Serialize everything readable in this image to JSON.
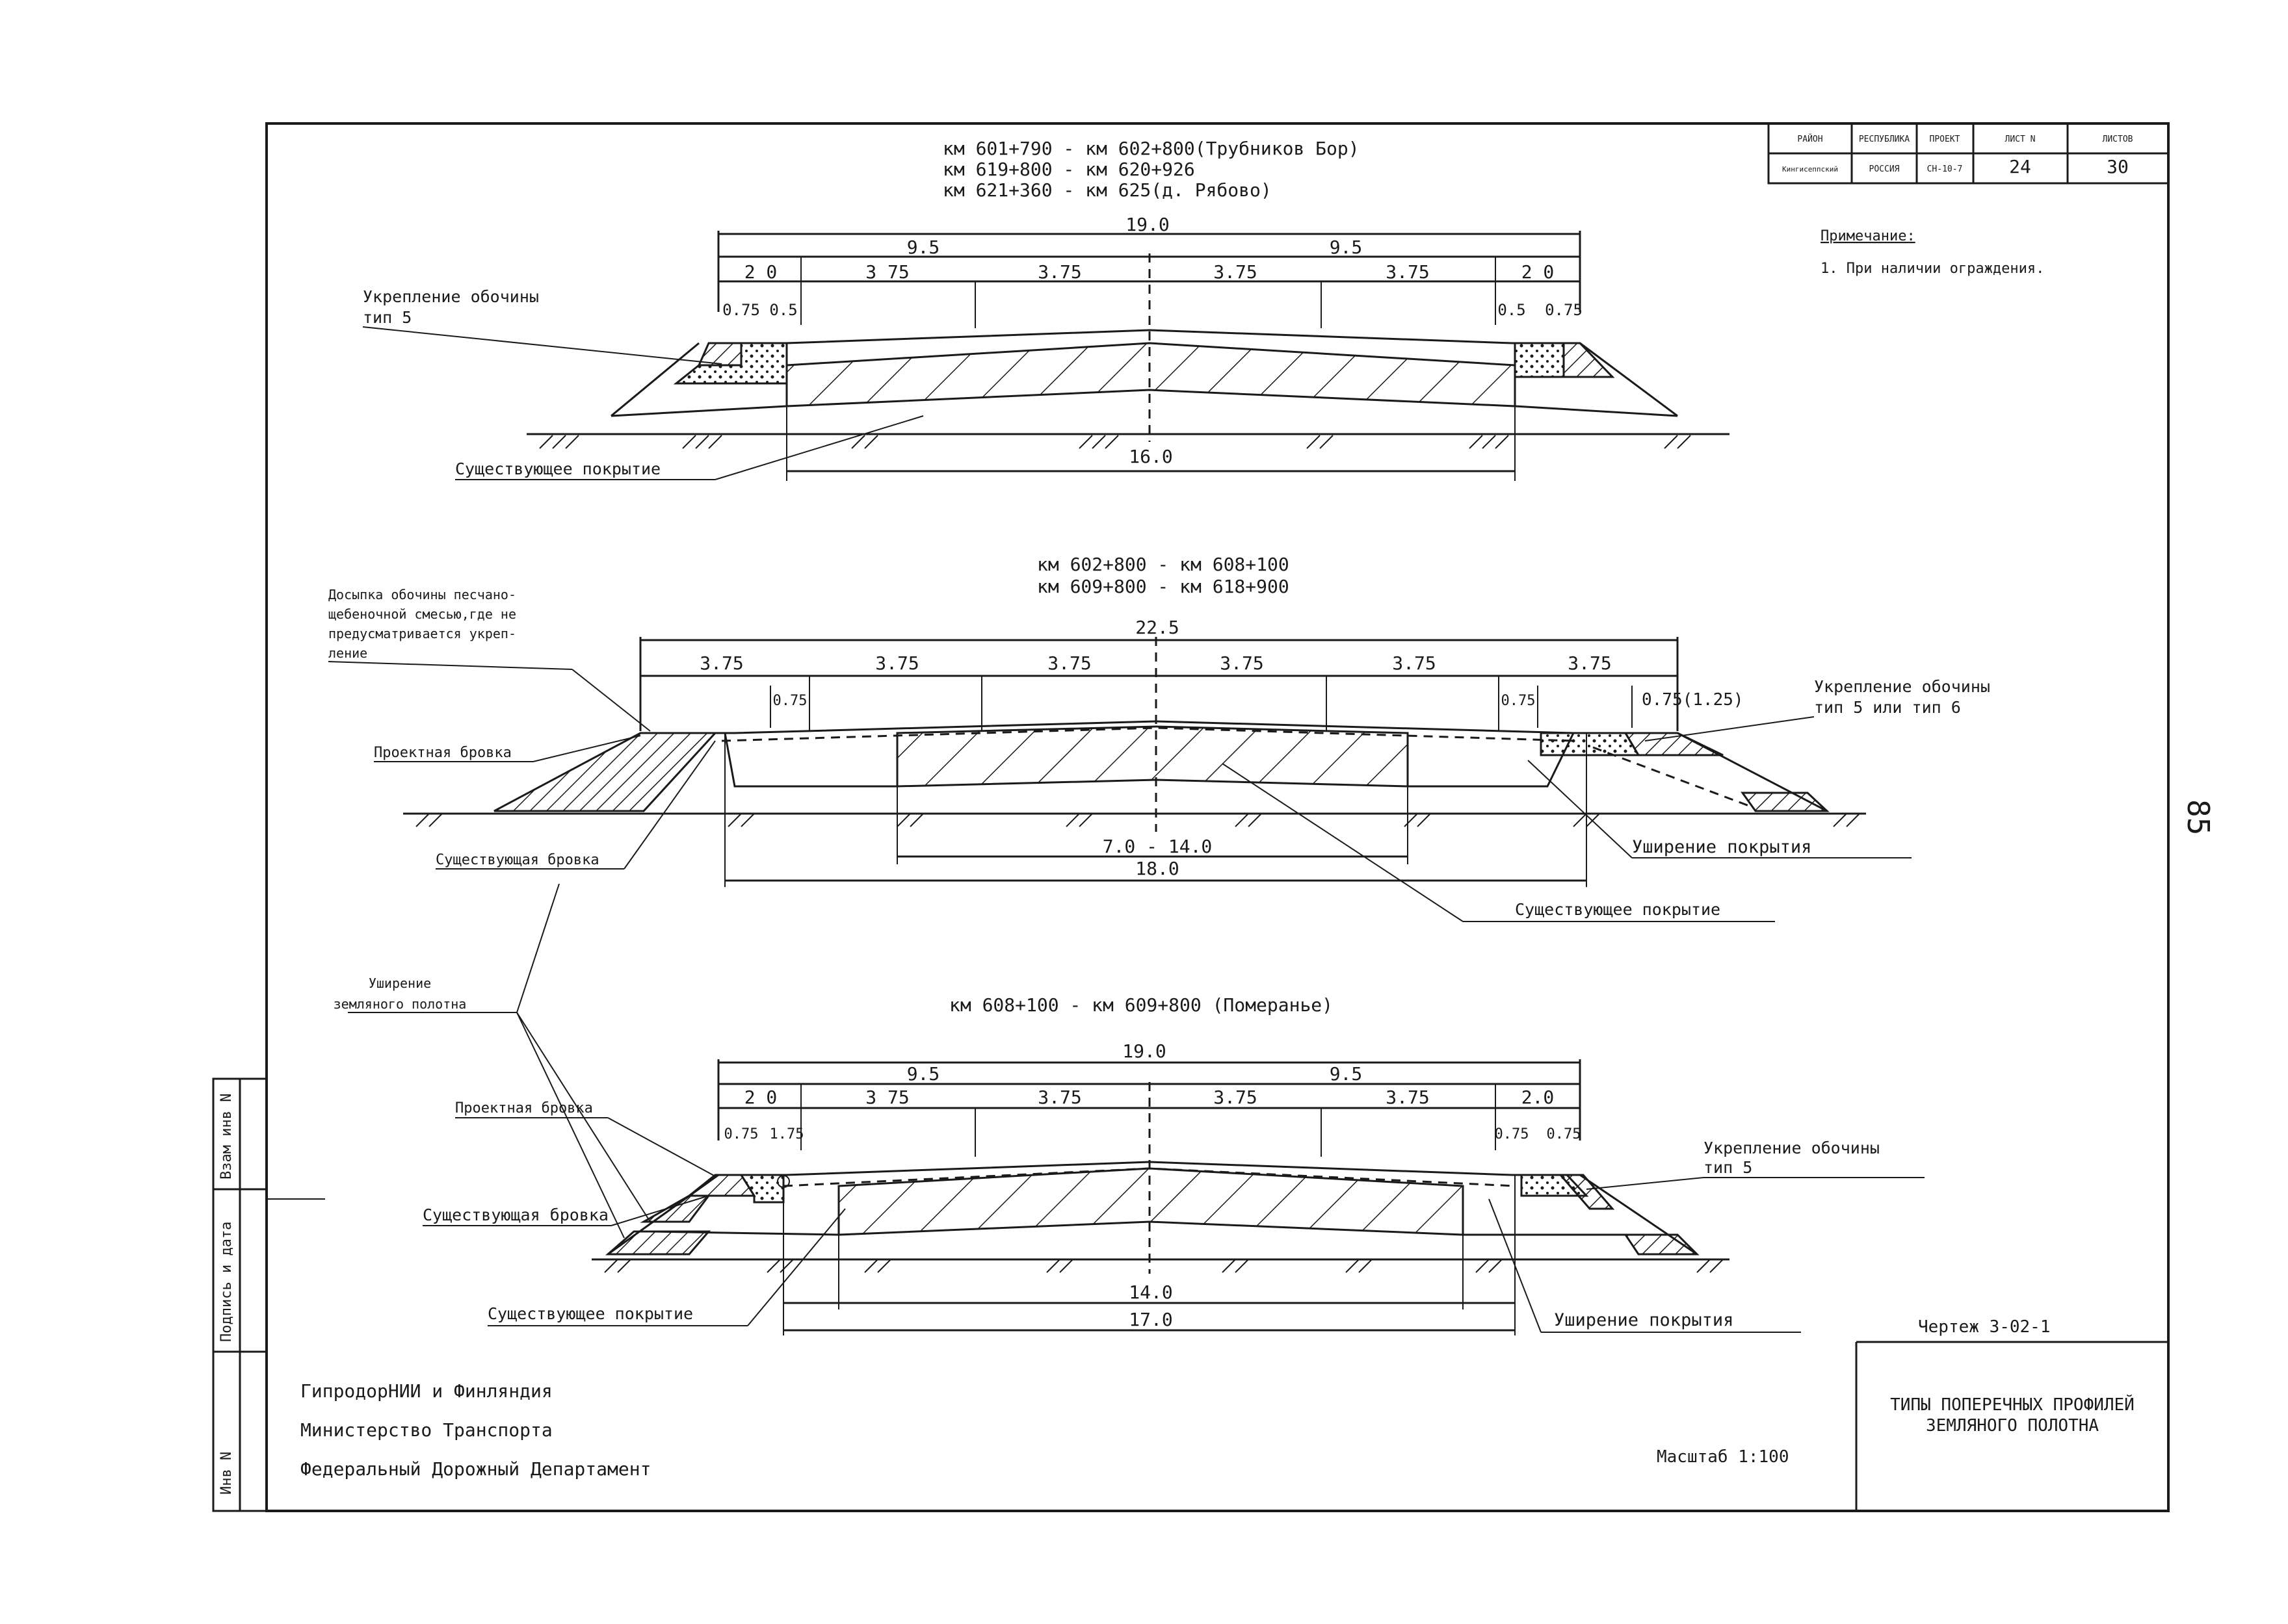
{
  "page_number": "85",
  "title_block": {
    "headers": [
      "РАЙОН",
      "РЕСПУБЛИКА",
      "ПРОЕКТ",
      "ЛИСТ N",
      "ЛИСТОВ"
    ],
    "values": [
      "Кингисеппский",
      "РОССИЯ",
      "СН-10-7",
      "24",
      "30"
    ]
  },
  "note": {
    "heading": "Примечание:",
    "text": "1. При наличии ограждения."
  },
  "section1": {
    "km_lines": [
      "км 601+790 - км 602+800(Трубников Бор)",
      "км 619+800 - км 620+926",
      "км 621+360 - км 625(д. Рябово)"
    ],
    "total_width": "19.0",
    "halves": [
      "9.5",
      "9.5"
    ],
    "lanes": [
      "2 0",
      "3 75",
      "3.75",
      "3.75",
      "3.75",
      "2 0"
    ],
    "small_left": [
      "0.75",
      "0.5"
    ],
    "small_right": [
      "0.5",
      "0.75"
    ],
    "bottom_width": "16.0",
    "label_shoulder": [
      "Укрепление обочины",
      "тип 5"
    ],
    "label_existing": "Существующее покрытие"
  },
  "section2": {
    "km_lines": [
      "км 602+800 - км 608+100",
      "км 609+800 - км 618+900"
    ],
    "total_width": "22.5",
    "lanes": [
      "3.75",
      "3.75",
      "3.75",
      "3.75",
      "3.75",
      "3.75"
    ],
    "small_left": "0.75",
    "small_right": "0.75",
    "small_right2": "0.75(1.25)",
    "bottom_inner": "7.0 - 14.0",
    "bottom_outer": "18.0",
    "label_dosypka": [
      "Досыпка обочины песчано-",
      "щебеночной смесью,где не",
      "предусматривается укреп-",
      "ление"
    ],
    "label_proj_edge": "Проектная бровка",
    "label_exist_edge": "Существующая бровка",
    "label_shoulder": [
      "Укрепление обочины",
      "тип 5 или тип 6"
    ],
    "label_widening": "Уширение покрытия",
    "label_existing": "Существующее покрытие"
  },
  "label_embankment": [
    "Уширение",
    "земляного полотна"
  ],
  "section3": {
    "km_line": "км 608+100 - км 609+800 (Померанье)",
    "total_width": "19.0",
    "halves": [
      "9.5",
      "9.5"
    ],
    "lanes": [
      "2 0",
      "3 75",
      "3.75",
      "3.75",
      "3.75",
      "2.0"
    ],
    "small_left": [
      "0.75",
      "1.75"
    ],
    "small_right": [
      "0.75",
      "0.75"
    ],
    "bottom_inner": "14.0",
    "bottom_outer": "17.0",
    "label_proj_edge": "Проектная бровка",
    "label_exist_edge": "Существующая бровка",
    "label_existing": "Существующее покрытие",
    "label_widening": "Уширение покрытия",
    "label_shoulder": [
      "Укрепление обочины",
      "тип 5"
    ]
  },
  "side_stamp": [
    "Инв N",
    "Подпись и дата",
    "Взам инв N"
  ],
  "org_lines": [
    "ГипродорНИИ и Финляндия",
    "Министерство Транспорта",
    "Федеральный Дорожный Департамент"
  ],
  "scale": "Масштаб 1:100",
  "drawing_no": "Чертеж 3-02-1",
  "drawing_title": [
    "ТИПЫ ПОПЕРЕЧНЫХ ПРОФИЛЕЙ",
    "ЗЕМЛЯНОГО ПОЛОТНА"
  ]
}
